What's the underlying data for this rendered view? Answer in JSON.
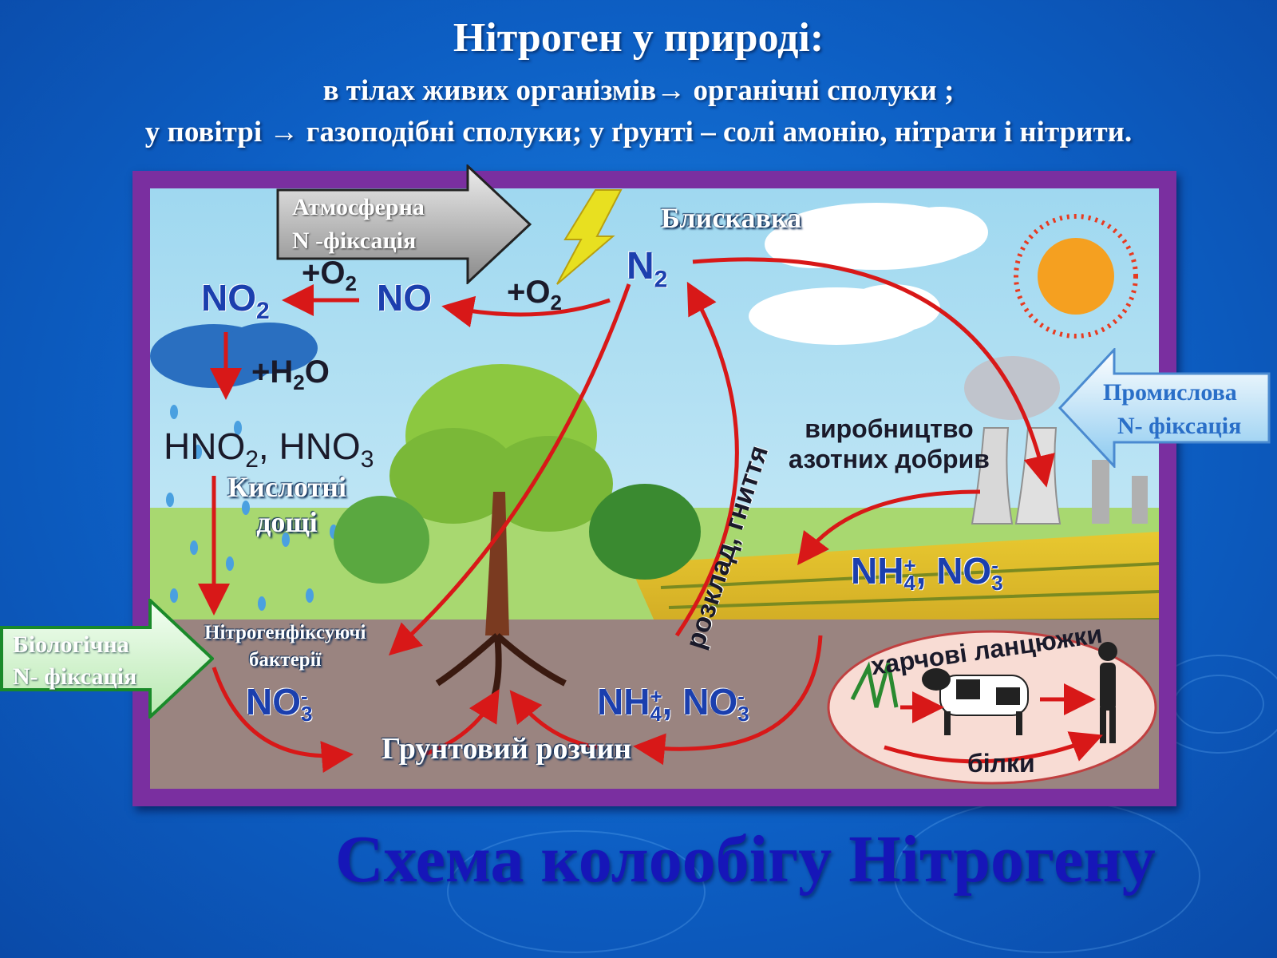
{
  "header": {
    "title": "Нітроген у  природі:",
    "line2": "в тілах живих організмів→ органічні сполуки ;",
    "line3": "у повітрі → газоподібні сполуки; у ґрунті – солі амонію, нітрати і нітрити."
  },
  "diagram": {
    "lightning_label": "Блискавка",
    "acid_rain_label": [
      "Кислотні",
      "дощі"
    ],
    "bacteria_label": [
      "Нітрогенфіксуючі",
      "бактерії"
    ],
    "soil_solution_label": "Грунтовий розчин",
    "decay_label": "розклад, гниття",
    "fertilizer_label": [
      "виробництво",
      "азотних добрив"
    ],
    "food_chain_label": "харчові ланцюжки",
    "proteins_label": "білки",
    "formulas": {
      "n2": [
        "N",
        "2"
      ],
      "no": "NO",
      "no2": [
        "NO",
        "2"
      ],
      "o2_left": [
        "+O",
        "2"
      ],
      "o2_right": [
        "+O",
        "2"
      ],
      "h2o": [
        "+H",
        "2",
        "O"
      ],
      "acids": [
        "HNO",
        "2",
        ", HNO",
        "3"
      ],
      "no3_soil": [
        "NO",
        "-",
        "3"
      ],
      "nh4_no3_soil": [
        "NH",
        "+",
        "4",
        ", NO",
        "-",
        "3"
      ],
      "nh4_no3_field": [
        "NH",
        "+",
        "4",
        ", NO",
        "-",
        "3"
      ]
    }
  },
  "callouts": {
    "atmospheric": [
      "Атмосферна",
      "N -фіксація"
    ],
    "industrial": [
      "Промислова",
      "N- фіксація"
    ],
    "biological": [
      "Біологічна",
      "N- фіксація"
    ]
  },
  "footer_title": "Схема колообігу Нітрогену",
  "colors": {
    "background": "#0d5fc4",
    "frame": "#7a2fa0",
    "arrow": "#d81818",
    "footer": "#1616b8"
  }
}
